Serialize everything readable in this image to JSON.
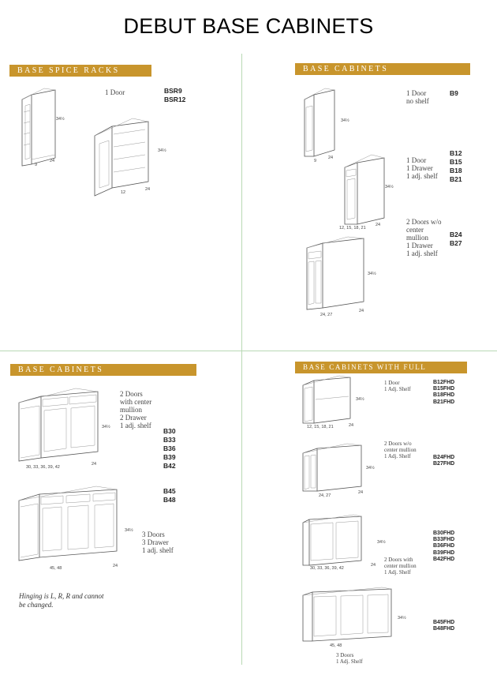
{
  "title": "DEBUT BASE CABINETS",
  "q1": {
    "header": "BASE SPICE RACKS",
    "desc": [
      "1 Door"
    ],
    "codes": [
      "BSR9",
      "BSR12"
    ],
    "dims": {
      "c1_h": "34½",
      "c1_w": "9",
      "c1_d": "24",
      "c2_h": "34½",
      "c2_w": "12",
      "c2_d": "24"
    }
  },
  "q2": {
    "header": "BASE CABINETS",
    "g1": {
      "desc": [
        "1 Door",
        "no shelf"
      ],
      "codes": [
        "B9"
      ]
    },
    "g2": {
      "desc": [
        "1 Door",
        "1 Drawer",
        "1 adj. shelf"
      ],
      "codes": [
        "B12",
        "B15",
        "B18",
        "B21"
      ]
    },
    "g3": {
      "desc": [
        "2 Doors w/o",
        "center",
        "mullion",
        "1 Drawer",
        "1 adj. shelf"
      ],
      "codes": [
        "B24",
        "B27"
      ]
    },
    "dims": {
      "a_h": "34½",
      "a_w": "9",
      "a_d": "24",
      "b_h": "34½",
      "b_w": "12, 15, 18, 21",
      "b_d": "24",
      "c_h": "34½",
      "c_w": "24, 27",
      "c_d": "24"
    }
  },
  "q3": {
    "header": "BASE CABINETS",
    "g1": {
      "desc": [
        "2 Doors",
        "with center",
        "mullion",
        "2 Drawer",
        "1 adj. shelf"
      ],
      "codes": [
        "B30",
        "B33",
        "B36",
        "B39",
        "B42"
      ]
    },
    "g2": {
      "desc": [
        "3 Doors",
        "3 Drawer",
        "1 adj. shelf"
      ],
      "codes": [
        "B45",
        "B48"
      ]
    },
    "note": [
      "Hinging is L, R, R and cannot",
      "be changed."
    ],
    "dims": {
      "a_h": "34½",
      "a_w": "30, 33, 36, 39, 42",
      "a_d": "24",
      "b_h": "34½",
      "b_w": "45, 48",
      "b_d": "24"
    }
  },
  "q4": {
    "header": "BASE CABINETS WITH FULL",
    "g1": {
      "desc": [
        "1 Door",
        "1 Adj. Shelf"
      ],
      "codes": [
        "B12FHD",
        "B15FHD",
        "B18FHD",
        "B21FHD"
      ]
    },
    "g2": {
      "desc": [
        "2 Doors w/o",
        "center mullion",
        "1 Adj. Shelf"
      ],
      "codes": [
        "B24FHD",
        "B27FHD"
      ]
    },
    "g3": {
      "desc": [
        "2 Doors with",
        "center mullion",
        "1 Adj. Shelf"
      ],
      "codes": [
        "B30FHD",
        "B33FHD",
        "B36FHD",
        "B39FHD",
        "B42FHD"
      ]
    },
    "g4": {
      "desc": [
        "3 Doors",
        "1 Adj. Shelf"
      ],
      "codes": [
        "B45FHD",
        "B48FHD"
      ]
    },
    "dims": {
      "a_h": "34½",
      "a_w": "12, 15, 18, 21",
      "a_d": "24",
      "b_h": "34½",
      "b_w": "24, 27",
      "b_d": "24",
      "c_h": "34½",
      "c_w": "30, 33, 36, 39, 42",
      "c_d": "24",
      "d_h": "34½",
      "d_w": "45, 48"
    }
  }
}
